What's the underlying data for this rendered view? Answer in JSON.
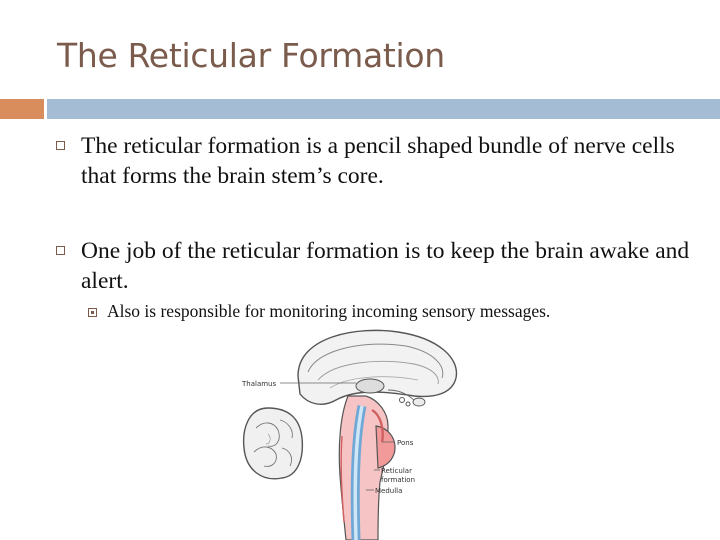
{
  "slide": {
    "title": "The Reticular Formation",
    "bullets": [
      "The reticular formation is a pencil shaped bundle of nerve cells that forms the brain stem’s core.",
      "One job of the reticular formation is to keep the brain awake and alert."
    ],
    "sub_bullet": "Also is responsible for monitoring incoming sensory messages."
  },
  "figure": {
    "labels": {
      "thalamus": "Thalamus",
      "pons": "Pons",
      "reticular_line1": "Reticular",
      "reticular_line2": "formation",
      "medulla": "Medulla"
    }
  },
  "colors": {
    "title": "#7a5b4c",
    "accent_orange": "#d98c5c",
    "accent_blue": "#a5bcd5",
    "reticular_pink": "#f2a7a7",
    "brainstem_blue": "#9ec8e6"
  }
}
